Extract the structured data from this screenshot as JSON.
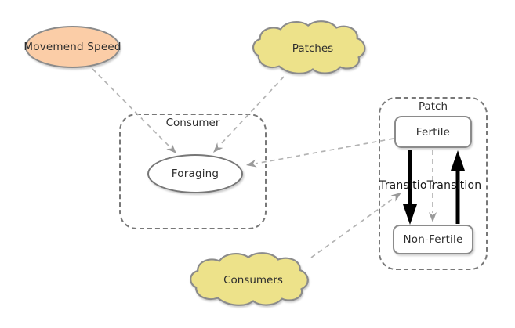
{
  "diagram": {
    "title": "consumer-patch-model-diagram",
    "background": "#ffffff",
    "colors": {
      "ellipse_fill": "#FBCDA7",
      "cloud_fill": "#EDE28A",
      "node_border": "#8b8b8b",
      "group_border": "#787878",
      "connector_gray": "#b3b3b3",
      "arrowhead_gray": "#9a9a9a",
      "arrow_black": "#000000",
      "text": "#2e2e2e"
    },
    "nodes": {
      "movement_speed": {
        "label": "Movemend Speed",
        "shape": "ellipse",
        "fill": "#FBCDA7"
      },
      "patches": {
        "label": "Patches",
        "shape": "cloud",
        "fill": "#EDE28A"
      },
      "consumers": {
        "label": "Consumers",
        "shape": "cloud",
        "fill": "#EDE28A"
      },
      "consumer_group": {
        "label": "Consumer",
        "shape": "dashed-group"
      },
      "foraging": {
        "label": "Foraging",
        "shape": "ellipse",
        "fill": "#ffffff"
      },
      "patch_group": {
        "label": "Patch",
        "shape": "dashed-group"
      },
      "fertile": {
        "label": "Fertile",
        "shape": "rounded-rect",
        "fill": "#ffffff"
      },
      "non_fertile": {
        "label": "Non-Fertile",
        "shape": "rounded-rect",
        "fill": "#ffffff"
      }
    },
    "edges": [
      {
        "from": "movement_speed",
        "to": "foraging",
        "style": "dashed-gray-arrow",
        "label": ""
      },
      {
        "from": "patches",
        "to": "foraging",
        "style": "dashed-gray-arrow",
        "label": ""
      },
      {
        "from": "fertile",
        "to": "foraging",
        "style": "dashed-gray-arrow",
        "label": ""
      },
      {
        "from": "consumers",
        "to": "transition",
        "style": "dashed-gray-arrow",
        "label": ""
      },
      {
        "from": "fertile",
        "to": "non_fertile",
        "style": "solid-black-thick-arrow",
        "label": "Transitio"
      },
      {
        "from": "fertile",
        "to": "non_fertile",
        "style": "dashed-gray-arrow",
        "label": ""
      },
      {
        "from": "non_fertile",
        "to": "fertile",
        "style": "solid-black-thick-arrow",
        "label": "Transition"
      }
    ]
  }
}
